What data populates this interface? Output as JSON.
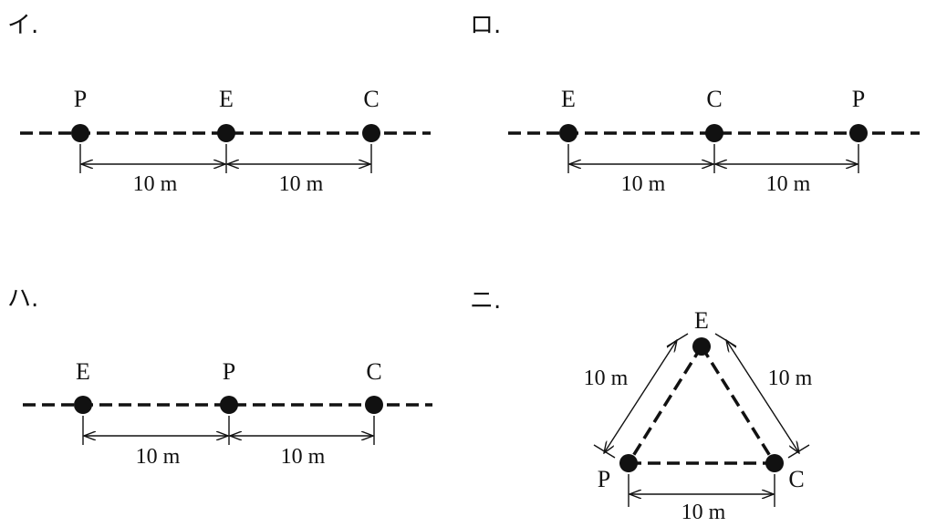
{
  "options": {
    "a": {
      "label": "イ.",
      "points": [
        "P",
        "E",
        "C"
      ],
      "distances": [
        "10 m",
        "10 m"
      ]
    },
    "b": {
      "label": "ロ.",
      "points": [
        "E",
        "C",
        "P"
      ],
      "distances": [
        "10 m",
        "10 m"
      ]
    },
    "c": {
      "label": "ハ.",
      "points": [
        "E",
        "P",
        "C"
      ],
      "distances": [
        "10 m",
        "10 m"
      ]
    },
    "d": {
      "label": "ニ.",
      "points": [
        "E",
        "P",
        "C"
      ],
      "distances": [
        "10 m",
        "10 m",
        "10 m"
      ]
    }
  },
  "colors": {
    "ink": "#111111",
    "background": "#ffffff"
  }
}
